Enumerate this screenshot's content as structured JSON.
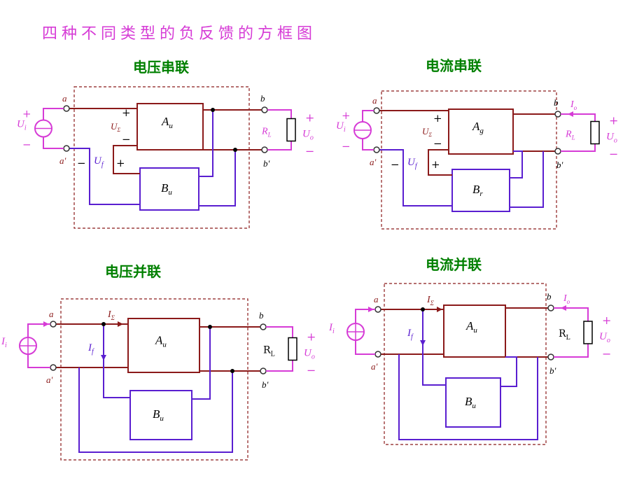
{
  "title": "四种不同类型的负反馈的方框图",
  "quadrants": [
    {
      "heading": "电压串联",
      "amp": {
        "main": "A",
        "sub": "u"
      },
      "fb": {
        "main": "B",
        "sub": "u"
      },
      "src": {
        "main": "U",
        "sub": "i"
      },
      "sum": {
        "main": "U",
        "sub": "Σ"
      },
      "fbsig": {
        "main": "U",
        "sub": "f"
      },
      "load": {
        "main": "R",
        "sub": "L"
      },
      "out": {
        "main": "U",
        "sub": "o"
      },
      "node_a": "a",
      "node_a2": "a'",
      "node_b": "b",
      "node_b2": "b'",
      "plus": "+",
      "minus": "−"
    },
    {
      "heading": "电流串联",
      "amp": {
        "main": "A",
        "sub": "g"
      },
      "fb": {
        "main": "B",
        "sub": "r"
      },
      "src": {
        "main": "U",
        "sub": "i"
      },
      "sum": {
        "main": "U",
        "sub": "Σ"
      },
      "fbsig": {
        "main": "U",
        "sub": "f"
      },
      "load": {
        "main": "R",
        "sub": "L"
      },
      "out": {
        "main": "U",
        "sub": "o"
      },
      "cur": {
        "main": "I",
        "sub": "o"
      },
      "node_a": "a",
      "node_a2": "a'",
      "node_b": "b",
      "node_b2": "b'",
      "plus": "+",
      "minus": "−"
    },
    {
      "heading": "电压并联",
      "amp": {
        "main": "A",
        "sub": "u"
      },
      "fb": {
        "main": "B",
        "sub": "u"
      },
      "src": {
        "main": "I",
        "sub": "i"
      },
      "sum": {
        "main": "I",
        "sub": "Σ"
      },
      "fbsig": {
        "main": "I",
        "sub": "f"
      },
      "load": {
        "main": "R",
        "sub": "L"
      },
      "out": {
        "main": "U",
        "sub": "o"
      },
      "node_a": "a",
      "node_a2": "a'",
      "node_b": "b",
      "node_b2": "b'",
      "plus": "+",
      "minus": "−"
    },
    {
      "heading": "电流并联",
      "amp": {
        "main": "A",
        "sub": "u"
      },
      "fb": {
        "main": "B",
        "sub": "u"
      },
      "src": {
        "main": "I",
        "sub": "i"
      },
      "sum": {
        "main": "I",
        "sub": "Σ"
      },
      "fbsig": {
        "main": "I",
        "sub": "f"
      },
      "load": {
        "main": "R",
        "sub": "L"
      },
      "out": {
        "main": "U",
        "sub": "o"
      },
      "cur": {
        "main": "I",
        "sub": "o"
      },
      "node_a": "a",
      "node_a2": "a'",
      "node_b": "b",
      "node_b2": "b'",
      "plus": "+",
      "minus": "−"
    }
  ],
  "colors": {
    "title": "#d63bd6",
    "heading": "#008000",
    "forward_wire": "#8b1a1a",
    "feedback_wire": "#5a1fd0",
    "source_wire": "#d63bd6",
    "frame": "#8b1a1a"
  }
}
